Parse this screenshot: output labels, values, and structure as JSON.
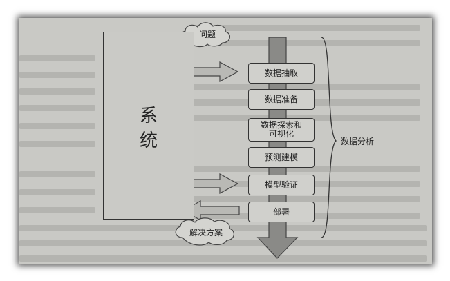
{
  "diagram": {
    "system_label": [
      "系",
      "统"
    ],
    "problem_label": "问题",
    "solution_label": "解决方案",
    "analysis_label": "数据分析",
    "steps": [
      {
        "label": "数据抽取"
      },
      {
        "label": "数据准备"
      },
      {
        "label": "数据探索和\n可视化"
      },
      {
        "label": "预测建模"
      },
      {
        "label": "模型验证"
      },
      {
        "label": "部署"
      }
    ]
  }
}
